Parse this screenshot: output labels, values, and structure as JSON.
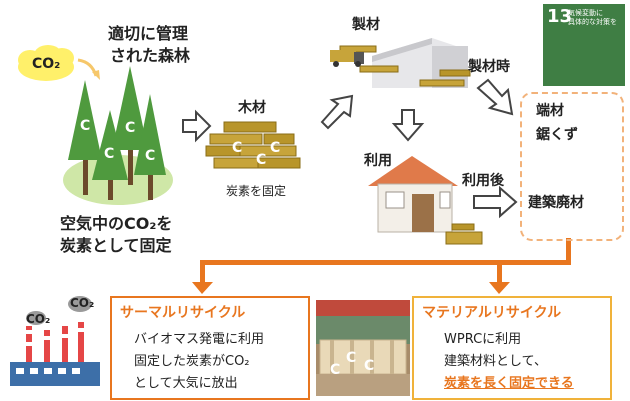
{
  "co2_cloud": {
    "label": "CO₂"
  },
  "forest": {
    "title_line1": "適切に管理",
    "title_line2": "された森林",
    "tree_label": "C"
  },
  "forest_caption": {
    "line1": "空気中のCO₂を",
    "line2": "炭素として固定"
  },
  "lumber": {
    "title": "木材",
    "caption": "炭素を固定",
    "mark": "C"
  },
  "sawmill": {
    "title": "製材",
    "side_label": "製材時"
  },
  "usage": {
    "title": "利用",
    "side_label": "利用後"
  },
  "waste": {
    "item1_line1": "端材",
    "item1_line2": "鋸くず",
    "item2": "建築廃材"
  },
  "sdg": {
    "number": "13",
    "text": "気候変動に\n具体的な対策を"
  },
  "thermal": {
    "title": "サーマルリサイクル",
    "line1": "バイオマス発電に利用",
    "line2": "固定した炭素がCO₂",
    "line3": "として大気に放出"
  },
  "factory": {
    "co2_a": "CO₂",
    "co2_b": "CO₂"
  },
  "material": {
    "title": "マテリアルリサイクル",
    "line1": "WPRCに利用",
    "line2": "建築材料として、",
    "line3": "炭素を長く固定できる"
  },
  "colors": {
    "orange": "#e8761f",
    "tree": "#4f9a3e",
    "sdg": "#3f7e44",
    "yellow": "#fff27a"
  }
}
